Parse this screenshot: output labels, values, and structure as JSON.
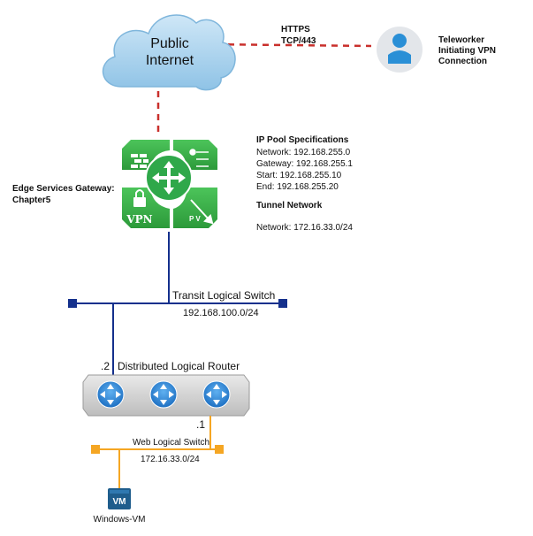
{
  "cloud": {
    "label_line1": "Public",
    "label_line2": "Internet"
  },
  "link": {
    "protocol": "HTTPS",
    "port": "TCP/443"
  },
  "teleworker": {
    "line1": "Teleworker",
    "line2": "Initiating VPN",
    "line3": "Connection",
    "icon": "user-icon"
  },
  "edge": {
    "label_line1": "Edge Services Gateway:",
    "label_line2": "Chapter5",
    "icon_vpn_text": "VPN",
    "icon_pv_text": "P  V"
  },
  "ip_pool": {
    "title": "IP Pool Specifications",
    "network": "Network: 192.168.255.0",
    "gateway": "Gateway: 192.168.255.1",
    "start": "Start: 192.168.255.10",
    "end": "End: 192.168.255.20"
  },
  "tunnel": {
    "title": "Tunnel Network",
    "network": "Network: 172.16.33.0/24"
  },
  "transit": {
    "name": "Transit Logical Switch",
    "subnet": "192.168.100.0/24"
  },
  "dlr": {
    "name": "Distributed Logical Router",
    "uplink_ip": ".2",
    "internal_ip": ".1"
  },
  "web": {
    "name": "Web Logical Switch",
    "subnet": "172.16.33.0/24"
  },
  "vm": {
    "badge": "VM",
    "label": "Windows-VM"
  },
  "colors": {
    "cloud_fill": "#a9d3ee",
    "cloud_stroke": "#7fb6dc",
    "vpn_link": "#c9302c",
    "transit_line": "#14308c",
    "web_line": "#f5a623",
    "edge_green": "#3cb54a",
    "vm_blue": "#1f5d8c"
  }
}
